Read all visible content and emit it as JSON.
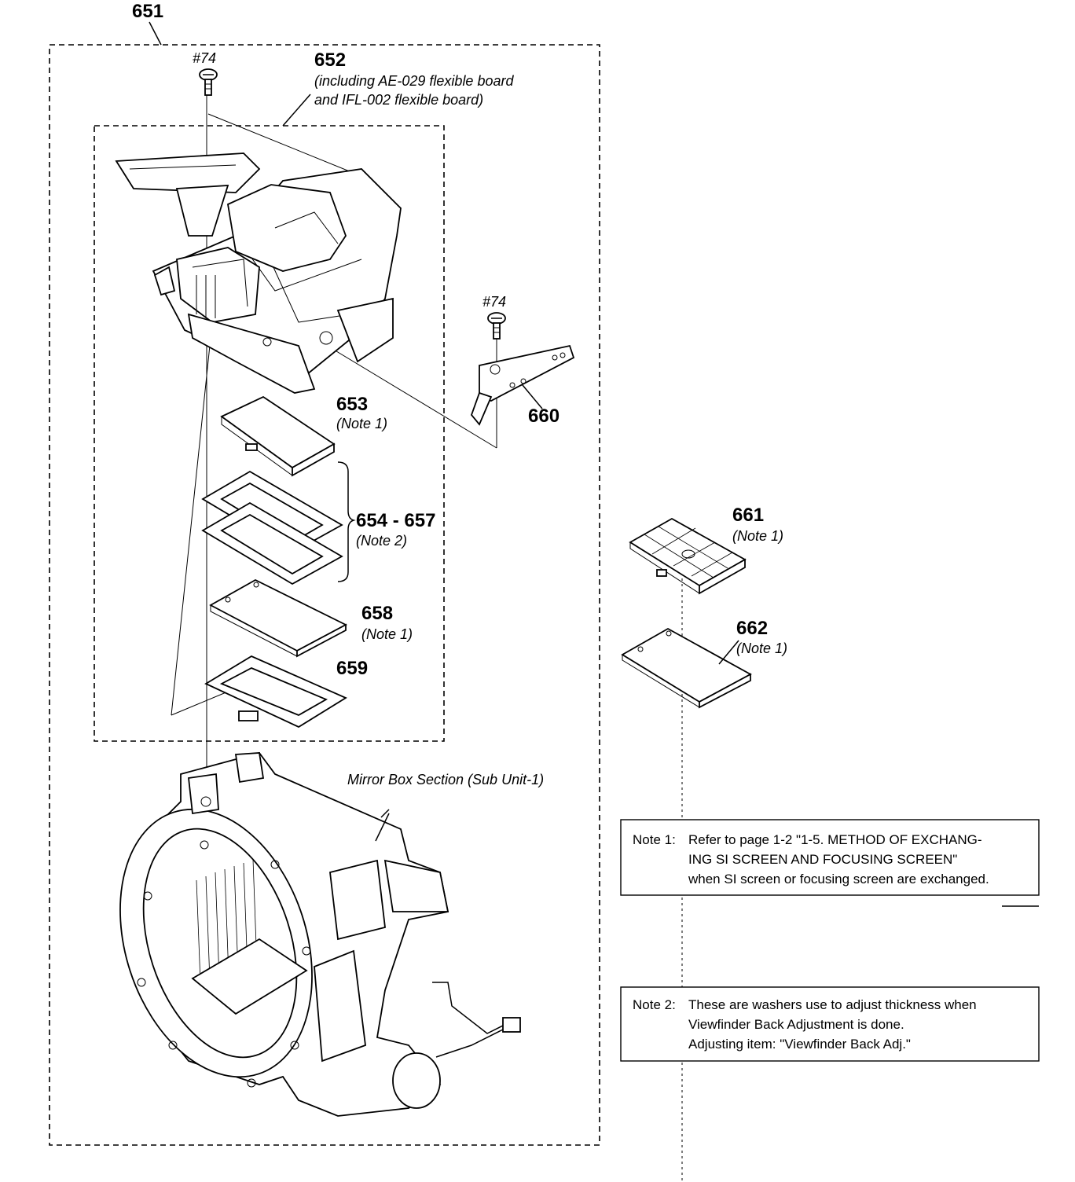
{
  "labels": {
    "l651": "651",
    "l652": "652",
    "l652_sub1": "(including AE-029 flexible board",
    "l652_sub2": "and IFL-002 flexible board)",
    "screw_a": "#74",
    "screw_b": "#74",
    "l653": "653",
    "l653_note": "(Note 1)",
    "l654": "654 - 657",
    "l654_note": "(Note 2)",
    "l658": "658",
    "l658_note": "(Note 1)",
    "l659": "659",
    "l660": "660",
    "l661": "661",
    "l661_note": "(Note 1)",
    "l662": "662",
    "l662_note": "(Note 1)",
    "mirror_box": "Mirror Box Section (Sub Unit-1)"
  },
  "notes": {
    "note1": {
      "title": "Note 1:",
      "lines": [
        "Refer to page 1-2 \"1-5. METHOD OF EXCHANG-",
        "ING SI SCREEN AND FOCUSING SCREEN\"",
        "when SI screen or focusing screen are exchanged."
      ]
    },
    "note2": {
      "title": "Note 2:",
      "lines": [
        "These are washers use to adjust thickness when",
        "Viewfinder Back Adjustment is done.",
        "Adjusting item: \"Viewfinder Back Adj.\""
      ]
    }
  }
}
